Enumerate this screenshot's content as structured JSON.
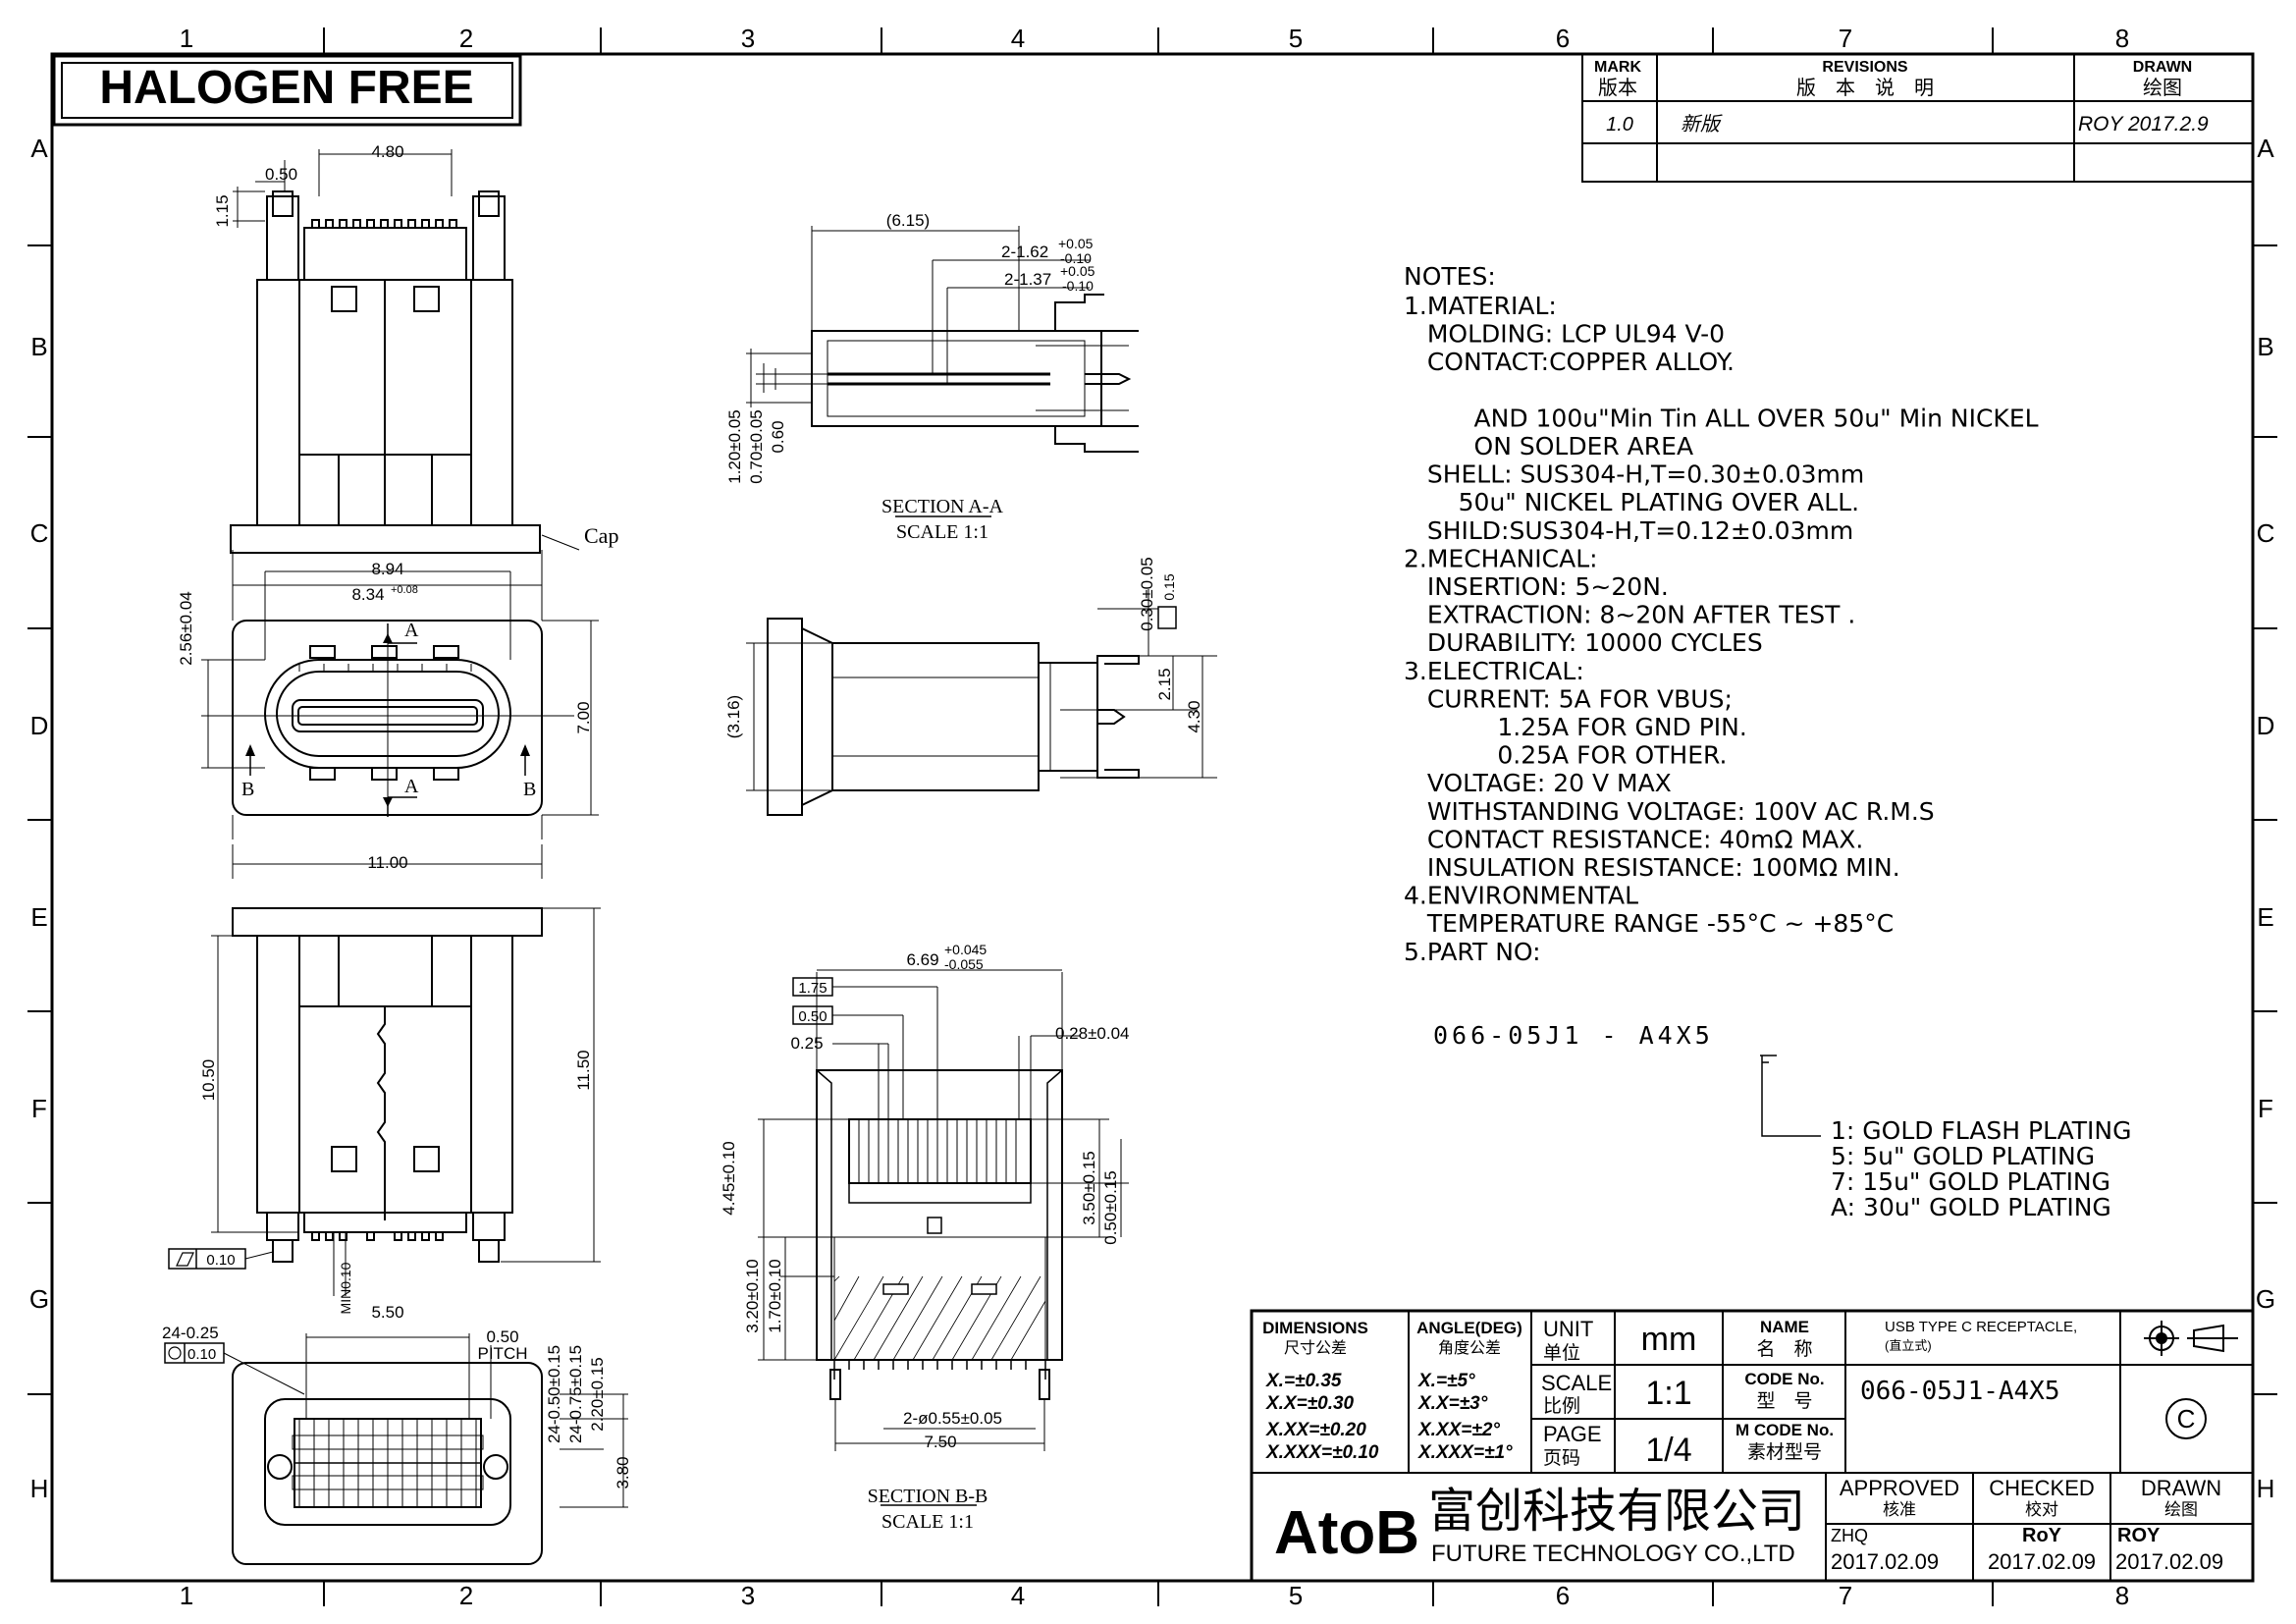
{
  "halogen_banner": "HALOGEN FREE",
  "grid": {
    "columns": [
      "1",
      "2",
      "3",
      "4",
      "5",
      "6",
      "7",
      "8"
    ],
    "rows": [
      "A",
      "B",
      "C",
      "D",
      "E",
      "F",
      "G",
      "H"
    ]
  },
  "revisions": {
    "mark_en": "MARK",
    "mark_cn": "版本",
    "rev_en": "REVISIONS",
    "rev_cn": "版　本　说　明",
    "drawn_en": "DRAWN",
    "drawn_cn": "绘图",
    "row": {
      "mark": "1.0",
      "desc": "新版",
      "drawn": "ROY  2017.2.9"
    }
  },
  "notes": {
    "title": "NOTES:",
    "lines": [
      "1.MATERIAL:",
      "   MOLDING: LCP UL94 V-0",
      "   CONTACT:COPPER ALLOY.",
      "",
      "         AND 100u\"Min Tin ALL OVER 50u\" Min NICKEL",
      "         ON SOLDER AREA",
      "   SHELL: SUS304-H,T=0.30±0.03mm",
      "       50u\" NICKEL PLATING OVER ALL.",
      "   SHILD:SUS304-H,T=0.12±0.03mm",
      "2.MECHANICAL:",
      "   INSERTION: 5~20N.",
      "   EXTRACTION: 8~20N AFTER TEST .",
      "   DURABILITY: 10000 CYCLES",
      "3.ELECTRICAL:",
      "   CURRENT: 5A FOR VBUS;",
      "            1.25A FOR GND PIN.",
      "            0.25A FOR OTHER.",
      "   VOLTAGE: 20 V MAX",
      "   WITHSTANDING VOLTAGE: 100V AC R.M.S",
      "   CONTACT RESISTANCE: 40mΩ MAX.",
      "   INSULATION RESISTANCE: 100MΩ MIN.",
      "4.ENVIRONMENTAL",
      "   TEMPERATURE RANGE -55°C ~ +85°C",
      "5.PART NO:"
    ],
    "part_no": "066-05J1 - A4X5",
    "plating_options": [
      "1: GOLD FLASH PLATING",
      "5: 5u\" GOLD PLATING",
      "7: 15u\" GOLD PLATING",
      "A: 30u\" GOLD PLATING"
    ]
  },
  "dimensions": {
    "d050": "0.50",
    "d480": "4.80",
    "d115": "1.15",
    "cap": "Cap",
    "d894": "8.94",
    "d834": "8.34",
    "d834_tol": "+0.08",
    "d256": "2.56±0.04",
    "d700": "7.00",
    "d1100": "11.00",
    "d1050": "10.50",
    "d1150": "11.50",
    "flat": "0.10",
    "min010": "MIN0.10",
    "d550": "5.50",
    "d24_025": "24-0.25",
    "pos010": "0.10",
    "pitch_val": "0.50",
    "pitch": "PITCH",
    "d24_050": "24-0.50±0.15",
    "d24_075": "24-0.75±0.15",
    "d220": "2.20±0.15",
    "d380": "3.80",
    "d615": "(6.15)",
    "d2_162": "2-1.62",
    "d2_137": "2-1.37",
    "tol_p005": "+0.05",
    "tol_m010": "-0.10",
    "d120": "1.20±0.05",
    "d070": "0.70±0.05",
    "d060": "0.60",
    "sec_aa": "SECTION A-A",
    "scale_11": "SCALE 1:1",
    "sec_bb": "SECTION B-B",
    "d316": "(3.16)",
    "d030": "0.30±0.05",
    "d015": "0.15",
    "d215": "2.15",
    "d430": "4.30",
    "d669": "6.69",
    "tol_p045": "+0.045",
    "tol_m055": "-0.055",
    "d175": "1.75",
    "d050b": "0.50",
    "d025": "0.25",
    "d028": "0.28±0.04",
    "d445": "4.45±0.10",
    "d350": "3.50±0.15",
    "d050c": "0.50±0.15",
    "d320": "3.20±0.10",
    "d170": "1.70±0.10",
    "d2_055": "2-ø0.55±0.05",
    "d750": "7.50",
    "label_a": "A",
    "label_b": "B"
  },
  "title_block": {
    "dim_en": "DIMENSIONS",
    "dim_cn": "尺寸公差",
    "ang_en": "ANGLE(DEG)",
    "ang_cn": "角度公差",
    "tol": [
      "X.=±0.35",
      "X.X=±0.30",
      "X.XX=±0.20",
      "X.XXX=±0.10"
    ],
    "ang": [
      "X.=±5°",
      "X.X=±3°",
      "X.XX=±2°",
      "X.XXX=±1°"
    ],
    "unit_en": "UNIT",
    "unit_cn": "单位",
    "unit_val": "mm",
    "scale_en": "SCALE",
    "scale_cn": "比例",
    "scale_val": "1:1",
    "page_en": "PAGE",
    "page_cn": "页码",
    "page_val": "1/4",
    "name_en": "NAME",
    "name_cn": "名　称",
    "name_val1": "USB TYPE C RECEPTACLE,",
    "name_val2": "(直立式)",
    "code_en": "CODE No.",
    "code_cn": "型　号",
    "code_val": "066-05J1-A4X5",
    "mcode_en": "M CODE No.",
    "mcode_cn": "素材型号",
    "company_logo": "AtoB",
    "company_cn": "富创科技有限公司",
    "company_en": "FUTURE TECHNOLOGY CO.,LTD",
    "approved_en": "APPROVED",
    "approved_cn": "核准",
    "approved_name": "ZHQ",
    "approved_date": "2017.02.09",
    "checked_en": "CHECKED",
    "checked_cn": "校对",
    "checked_name": "RoY",
    "checked_date": "2017.02.09",
    "drawn_en": "DRAWN",
    "drawn_cn": "绘图",
    "drawn_name": "ROY",
    "drawn_date": "2017.02.09",
    "copyright": "C"
  }
}
